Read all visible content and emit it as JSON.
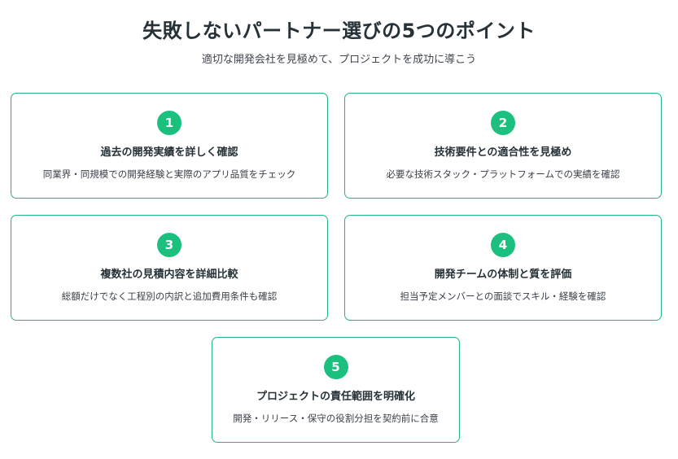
{
  "header": {
    "title": "失敗しないパートナー選びの5つのポイント",
    "subtitle": "適切な開発会社を見極めて、プロジェクトを成功に導こう"
  },
  "points": [
    {
      "number": "1",
      "title": "過去の開発実績を詳しく確認",
      "description": "同業界・同規模での開発経験と実際のアプリ品質をチェック"
    },
    {
      "number": "2",
      "title": "技術要件との適合性を見極め",
      "description": "必要な技術スタック・プラットフォームでの実績を確認"
    },
    {
      "number": "3",
      "title": "複数社の見積内容を詳細比較",
      "description": "総額だけでなく工程別の内訳と追加費用条件も確認"
    },
    {
      "number": "4",
      "title": "開発チームの体制と質を評価",
      "description": "担当予定メンバーとの面談でスキル・経験を確認"
    },
    {
      "number": "5",
      "title": "プロジェクトの責任範囲を明確化",
      "description": "開発・リリース・保守の役割分担を契約前に合意"
    }
  ],
  "colors": {
    "accent": "#1cc07e",
    "border": "#22b681",
    "text": "#263238"
  }
}
